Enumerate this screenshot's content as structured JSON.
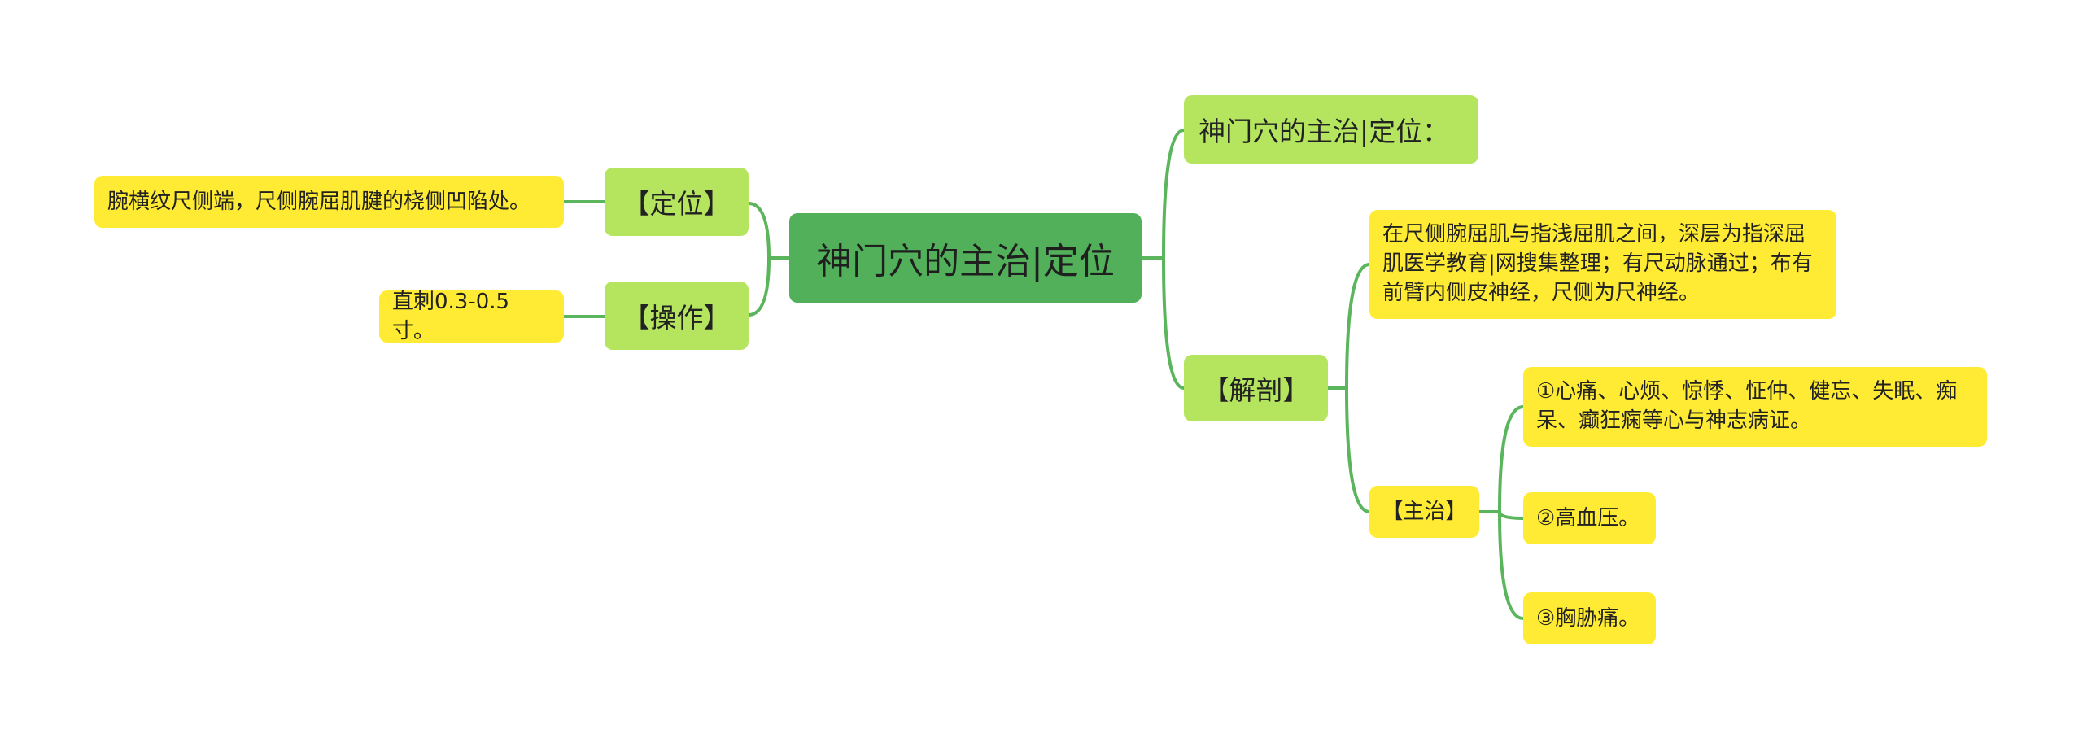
{
  "root": {
    "label": "神门穴的主治|定位"
  },
  "left_branches": [
    {
      "label": "【定位】",
      "child": "腕横纹尺侧端，尺侧腕屈肌腱的桡侧凹陷处。"
    },
    {
      "label": "【操作】",
      "child": "直刺0.3-0.5寸。"
    }
  ],
  "right_branches": {
    "title": {
      "label": "神门穴的主治|定位："
    },
    "anatomy": {
      "label": "【解剖】",
      "detail": "在尺侧腕屈肌与指浅屈肌之间，深层为指深屈肌医学教育|网搜集整理；有尺动脉通过；布有前臂内侧皮神经，尺侧为尺神经。",
      "indications": {
        "label": "【主治】",
        "items": [
          "①心痛、心烦、惊悸、怔仲、健忘、失眠、痴呆、癫狂痫等心与神志病证。",
          "②高血压。",
          "③胸胁痛。"
        ]
      }
    }
  },
  "colors": {
    "root_fill": "#52b05a",
    "branch_fill": "#b5e55f",
    "leaf_fill": "#ffeb33",
    "connector": "#5bb55c"
  }
}
